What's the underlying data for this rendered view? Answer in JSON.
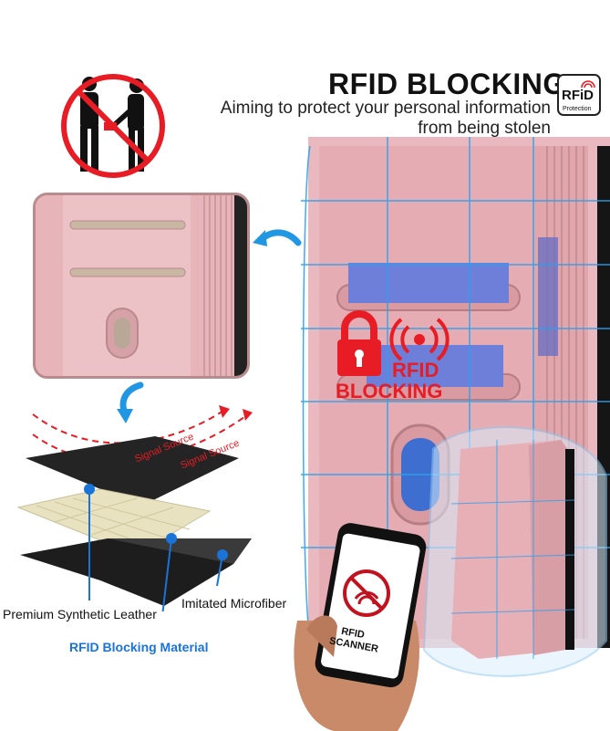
{
  "header": {
    "title": "RFID BLOCKING",
    "subtitle_line1": "Aiming to protect your personal information",
    "subtitle_line2": "from being stolen",
    "badge_main": "RFiD",
    "badge_small": "Protection"
  },
  "overlay": {
    "rfid_line1": "RFID",
    "rfid_line2": "BLOCKING"
  },
  "layers": {
    "signal_label_1": "Signal Source",
    "signal_label_2": "Signal Source",
    "label_leather": "Premium Synthetic Leather",
    "label_microfiber": "Imitated Microfiber",
    "label_material": "RFID Blocking Material"
  },
  "phone": {
    "scanner_line1": "RFID",
    "scanner_line2": "SCANNER"
  },
  "colors": {
    "accent_blue": "#1a73d6",
    "alert_red": "#e81c24",
    "rose_gold": "#e3aab0"
  }
}
